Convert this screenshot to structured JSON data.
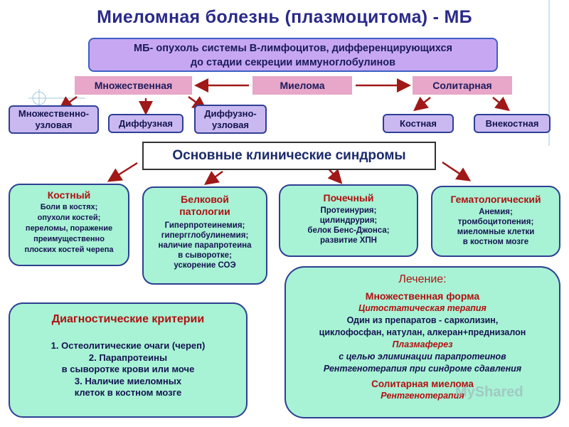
{
  "title": "Миеломная болезнь (плазмоцитома) - МБ",
  "definition": {
    "line1": "МБ- опухоль системы В-лимфоцитов, дифференцирующихся",
    "line2": "до стадии секреции иммуноглобулинов"
  },
  "forms": {
    "multiple": "Множественная",
    "myeloma": "Миелома",
    "solitary": "Солитарная"
  },
  "subtypes": {
    "nodular": "Множественно-узловая",
    "diffuse": "Диффузная",
    "diffuse_nodular": "Диффузно-узловая",
    "bone": "Костная",
    "extraosseous": "Внекостная"
  },
  "syndromes_header": "Основные клинические синдромы",
  "syndromes": [
    {
      "title": "Костный",
      "lines": [
        "Боли в костях;",
        "опухоли костей;",
        "переломы, поражение",
        "преимущественно",
        "плоских костей черепа"
      ]
    },
    {
      "title": "Белковой патологии",
      "lines": [
        "Гиперпротеинемия;",
        "гипергглобулинемия;",
        "наличие парапротеина",
        "в сыворотке;",
        "ускорение СОЭ"
      ]
    },
    {
      "title": "Почечный",
      "lines": [
        "Протеинурия;",
        "цилиндрурия;",
        "белок Бенс-Джонса;",
        "развитие ХПН"
      ]
    },
    {
      "title": "Гематологический",
      "lines": [
        "Анемия;",
        "тромбоцитопения;",
        "миеломные клетки",
        "в костном мозге"
      ]
    }
  ],
  "diagnostics": {
    "title": "Диагностические критерии",
    "lines": [
      "1. Остеолитические очаги (череп)",
      "2. Парапротеины",
      "в сыворотке крови или моче",
      "3. Наличие миеломных",
      "клеток в костном мозге"
    ]
  },
  "treatment": {
    "title": "Лечение:",
    "multiple_form": "Множественная форма",
    "cytostatic": "Цитостатическая терапия",
    "drugs_1": "Один из препаратов - сарколизин,",
    "drugs_2": "циклофосфан, натулан, алкеран+преднизалон",
    "plasmapheresis": "Плазмаферез",
    "plasma_goal": "с целью элиминации парапротеинов",
    "xray_1": "Рентгенотерапия при синдроме сдавления",
    "solitary": "Солитарная миелома",
    "xray_2": "Рентгенотерапия"
  },
  "watermark": "MyShared",
  "colors": {
    "title": "#2a2a8a",
    "arrow": "#a01818",
    "heading_red": "#b01010",
    "green_box": "#a8f2d5",
    "purple_box": "#c9b9f0",
    "pink_bar": "#e8a6c8"
  }
}
